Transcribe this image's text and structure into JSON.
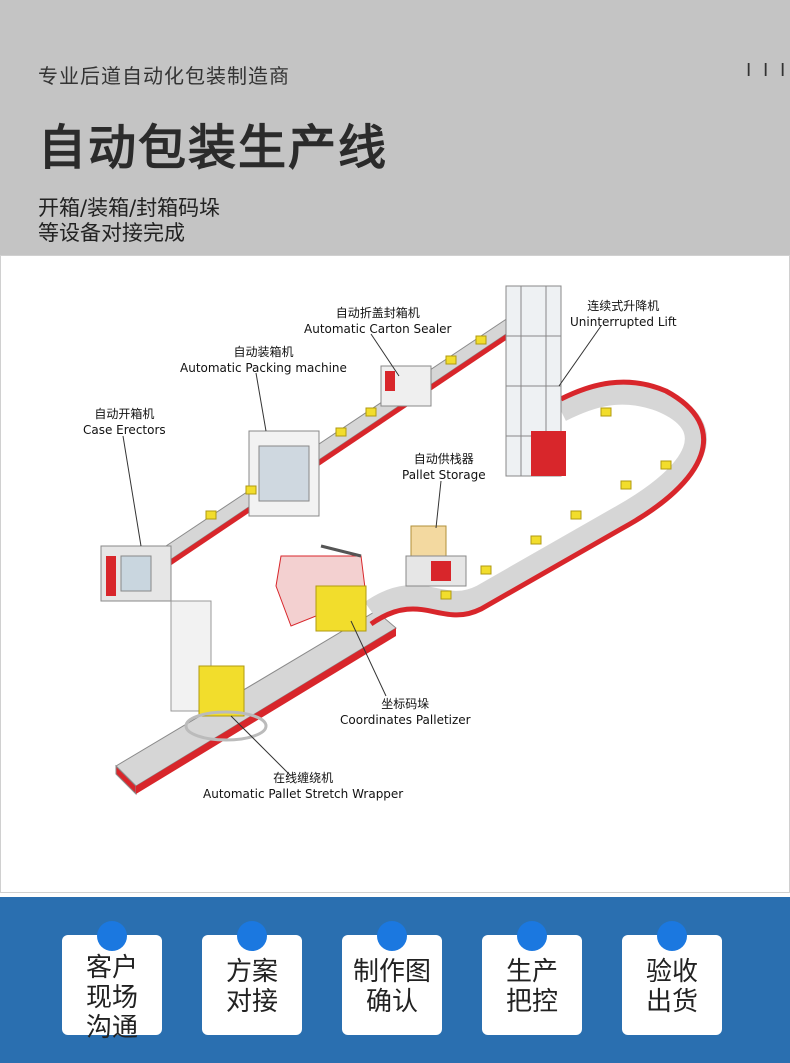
{
  "header": {
    "subtitle": "专业后道自动化包装制造商",
    "decor": "I I I",
    "title": "自动包装生产线",
    "desc_line1": "开箱/装箱/封箱码垛",
    "desc_line2": "等设备对接完成"
  },
  "diagram": {
    "labels": {
      "sealer_cn": "自动折盖封箱机",
      "sealer_en": "Automatic Carton Sealer",
      "lift_cn": "连续式升降机",
      "lift_en": "Uninterrupted Lift",
      "packing_cn": "自动装箱机",
      "packing_en": "Automatic Packing machine",
      "erector_cn": "自动开箱机",
      "erector_en": "Case Erectors",
      "pallet_cn": "自动供栈器",
      "pallet_en": "Pallet Storage",
      "palletizer_cn": "坐标码垛",
      "palletizer_en": "Coordinates Palletizer",
      "wrapper_cn": "在线缠绕机",
      "wrapper_en": "Automatic Pallet Stretch Wrapper"
    },
    "colors": {
      "conveyor_red": "#d8262b",
      "box_yellow": "#f2dd2c",
      "frame_gray": "#9a9a9a"
    }
  },
  "footer": {
    "steps": [
      {
        "text": "客户现场沟通"
      },
      {
        "text": "方案对接"
      },
      {
        "text": "制作图确认"
      },
      {
        "text": "生产把控"
      },
      {
        "text": "验收出货"
      }
    ]
  }
}
